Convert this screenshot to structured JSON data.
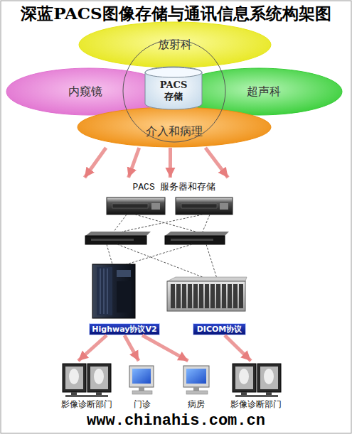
{
  "diagram": {
    "title": "深蓝PACS图像存储与通讯信息系统构架图",
    "nodes": [
      {
        "text": [
          "放射科"
        ]
      },
      {
        "text": [
          "内窥镜"
        ]
      },
      {
        "text": [
          "PACS 存储"
        ]
      },
      {
        "text": [
          "超声科"
        ]
      },
      {
        "text": [
          "介入和病理"
        ]
      },
      {
        "text": [
          "PACS 服务器和存储"
        ]
      },
      {
        "text": [
          "Highway协议V2"
        ]
      },
      {
        "text": [
          "DICOM协议"
        ]
      },
      {
        "text": [
          "影像诊断部门"
        ]
      },
      {
        "text": [
          "门诊"
        ]
      },
      {
        "text": [
          "病房"
        ]
      },
      {
        "text": [
          "影像诊断部门"
        ]
      }
    ],
    "edges": [
      {
        "from": 4,
        "to": 5,
        "arrow": "to"
      },
      {
        "from": 4,
        "to": 5,
        "arrow": "to"
      },
      {
        "from": 4,
        "to": 5,
        "arrow": "to"
      },
      {
        "from": 4,
        "to": 5,
        "arrow": "to"
      },
      {
        "from": 6,
        "to": 8,
        "arrow": "to"
      },
      {
        "from": 6,
        "to": 9,
        "arrow": "to"
      },
      {
        "from": 6,
        "to": 10,
        "arrow": "to"
      },
      {
        "from": 7,
        "to": 11,
        "arrow": "to"
      }
    ],
    "labels": [
      "www.chinahis.com.cn"
    ]
  }
}
